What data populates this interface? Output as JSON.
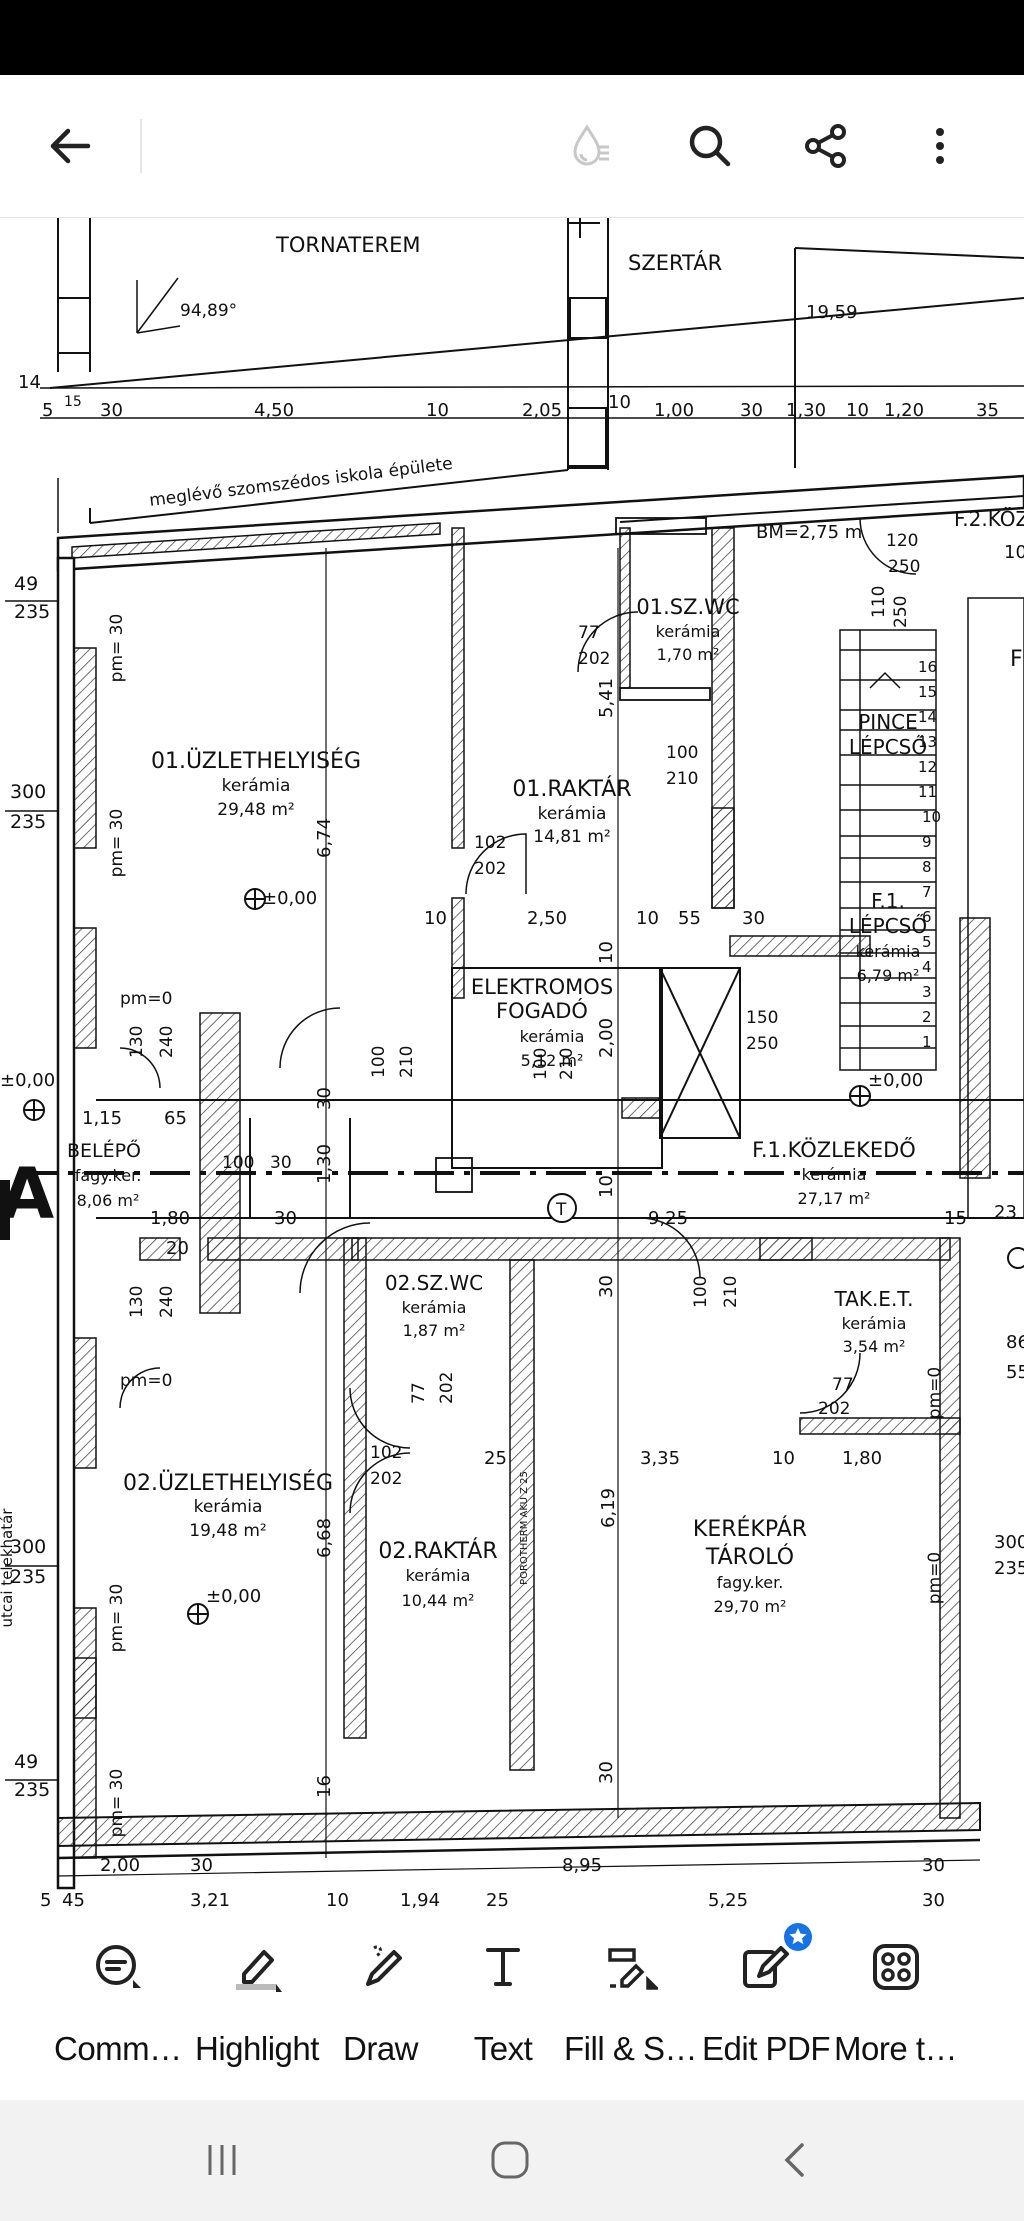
{
  "app": {
    "toolbar_tools": [
      {
        "label": "Comm…",
        "icon": "comment-icon"
      },
      {
        "label": "Highlight",
        "icon": "highlight-icon"
      },
      {
        "label": "Draw",
        "icon": "draw-icon"
      },
      {
        "label": "Text",
        "icon": "text-icon"
      },
      {
        "label": "Fill & S…",
        "icon": "fill-sign-icon"
      },
      {
        "label": "Edit PDF",
        "icon": "edit-pdf-icon"
      },
      {
        "label": "More t…",
        "icon": "more-tools-icon"
      }
    ],
    "colors": {
      "accent_badge": "#1473e6",
      "ink": "#111111",
      "statusbar": "#000000",
      "navbar": "#f2f2f2"
    }
  },
  "plan": {
    "rooms": {
      "tornaterem": "TORNATEREM",
      "szertar": "SZERTÁR",
      "meglevo": "meglévő szomszédos iskola épülete",
      "uzlet1_name": "01.ÜZLETHELYISÉG",
      "uzlet1_mat": "kerámia",
      "uzlet1_area": "29,48 m²",
      "raktar1_name": "01.RAKTÁR",
      "raktar1_mat": "kerámia",
      "raktar1_area": "14,81 m²",
      "wc1_name": "01.SZ.WC",
      "wc1_mat": "kerámia",
      "wc1_area": "1,70 m²",
      "pince_1": "PINCE",
      "pince_2": "LÉPCSŐ",
      "lepcso_1": "F.1.",
      "lepcso_2": "LÉPCSŐ",
      "lepcso_mat": "kerámia",
      "lepcso_area": "6,79 m²",
      "elektromos_1": "ELEKTROMOS",
      "elektromos_2": "FOGADÓ",
      "elektromos_mat": "kerámia",
      "elektromos_area": "5,12 m²",
      "belepo_name": "BELÉPŐ",
      "belepo_mat": "fagy.ker.",
      "belepo_area": "8,06 m²",
      "kozl_name": "F.1.KÖZLEKEDŐ",
      "kozl_mat": "kerámia",
      "kozl_area": "27,17 m²",
      "wc2_name": "02.SZ.WC",
      "wc2_mat": "kerámia",
      "wc2_area": "1,87 m²",
      "taket_name": "TAK.E.T.",
      "taket_mat": "kerámia",
      "taket_area": "3,54 m²",
      "uzlet2_name": "02.ÜZLETHELYISÉG",
      "uzlet2_mat": "kerámia",
      "uzlet2_area": "19,48 m²",
      "raktar2_name": "02.RAKTÁR",
      "raktar2_mat": "kerámia",
      "raktar2_area": "10,44 m²",
      "kerekpar_1": "KERÉKPÁR",
      "kerekpar_2": "TÁROLÓ",
      "kerekpar_mat": "fagy.ker.",
      "kerekpar_area": "29,70 m²",
      "f2koz": "F.2.KÖZ",
      "utcai": "utcai telekhatár",
      "porotherm": "POROTHERM AKU Z 25"
    },
    "labels": {
      "angle": "94,89°",
      "bm": "BM=2,75 m",
      "lvl0": "±0,00",
      "pm0": "pm=0",
      "pm30": "pm= 30",
      "t": "T",
      "d_1959": "19,59",
      "d_14": "14",
      "top_dims": [
        "5",
        "15",
        "30",
        "4,50",
        "10",
        "2,05",
        "10",
        "1,00",
        "30",
        "1,30",
        "10",
        "1,20",
        "35"
      ],
      "left_dims": [
        "49",
        "235",
        "300",
        "235",
        "49",
        "235",
        "300",
        "235"
      ],
      "bottom_dims_1": [
        "2,00",
        "30",
        "8,95",
        "30"
      ],
      "bottom_dims_2": [
        "5",
        "45",
        "3,21",
        "10",
        "1,94",
        "25",
        "5,25",
        "30"
      ],
      "mid_dims": [
        "2,50",
        "10",
        "55",
        "30",
        "9,25",
        "15",
        "3,35",
        "10",
        "1,80",
        "10",
        "1,15",
        "65",
        "1,80",
        "30",
        "20",
        "25"
      ],
      "vert_dims": [
        "6,74",
        "5,41",
        "2,00",
        "6,68",
        "6,19",
        "30",
        "1,30",
        "10",
        "30",
        "16",
        "10",
        "30"
      ],
      "door_dims": [
        "77",
        "202",
        "100",
        "210",
        "102",
        "202",
        "150",
        "250",
        "120",
        "250",
        "110",
        "250",
        "130",
        "240",
        "100",
        "210",
        "100",
        "210",
        "102",
        "202",
        "77",
        "202",
        "77",
        "202",
        "100",
        "210",
        "110",
        "250",
        "130",
        "240",
        "100",
        "30"
      ],
      "stair_nums": [
        "16",
        "15",
        "14",
        "13",
        "12",
        "11",
        "10",
        "9",
        "8",
        "7",
        "6",
        "5",
        "4",
        "3",
        "2",
        "1"
      ],
      "right_edge": [
        "120",
        "K",
        "10",
        "F",
        "86",
        "55",
        "300",
        "235",
        "23",
        "0"
      ]
    }
  }
}
